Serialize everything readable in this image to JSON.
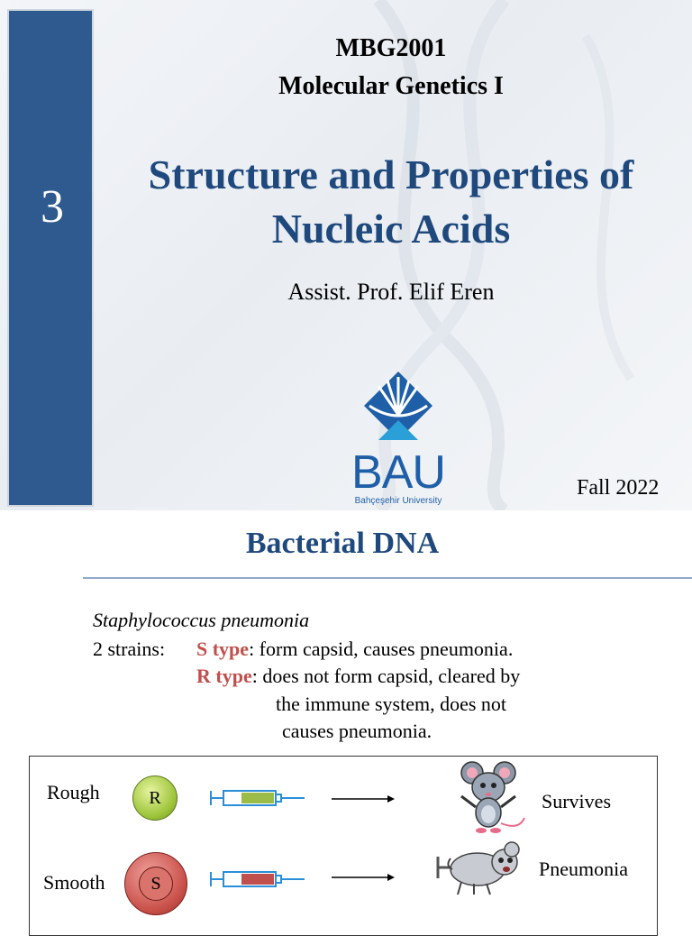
{
  "title_slide": {
    "slide_number": "3",
    "course_code": "MBG2001",
    "course_name": "Molecular Genetics I",
    "lecture_title_line1": "Structure and Properties of",
    "lecture_title_line2": "Nucleic Acids",
    "author": "Assist. Prof. Elif Eren",
    "logo_text": "BAU",
    "logo_subtext": "Bahçeşehir University",
    "term": "Fall 2022"
  },
  "content_slide": {
    "title": "Bacterial DNA",
    "species": "Staphylococcus pneumonia",
    "strains_label": "2 strains:",
    "s_type_label": "S type",
    "s_type_desc": ": form capsid, causes pneumonia.",
    "r_type_label": "R type",
    "r_type_desc_line1": ": does not form capsid, cleared by",
    "r_type_desc_line2": "the immune system, does not",
    "r_type_desc_line3": "causes pneumonia.",
    "experiment": {
      "rows": [
        {
          "strain_label": "Rough",
          "badge": "R",
          "outcome": "Survives"
        },
        {
          "strain_label": "Smooth",
          "badge": "S",
          "outcome": "Pneumonia"
        }
      ]
    }
  },
  "colors": {
    "accent_blue": "#1f497d",
    "bar_blue": "#2f5a8f",
    "strain_red": "#c0504d",
    "rough_green": "#9cc43a",
    "smooth_red": "#c9514a"
  }
}
